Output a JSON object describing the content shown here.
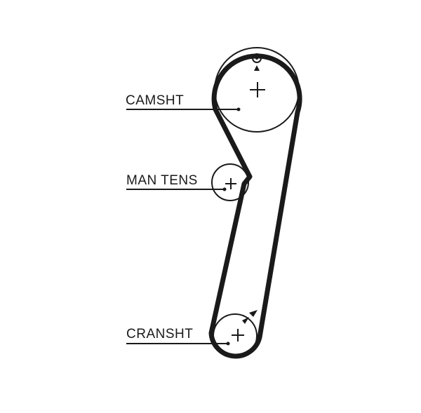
{
  "labels": {
    "camshaft": "CAMSHT",
    "tensioner": "MAN TENS",
    "crankshaft": "CRANSHT"
  },
  "colors": {
    "belt": "#1a1a1a",
    "line": "#1a1a1a",
    "background": "#ffffff"
  },
  "icons": {
    "timing_mark": "circled-dot-with-arrow",
    "rotation": "double-arrowhead",
    "center": "plus-sign"
  }
}
